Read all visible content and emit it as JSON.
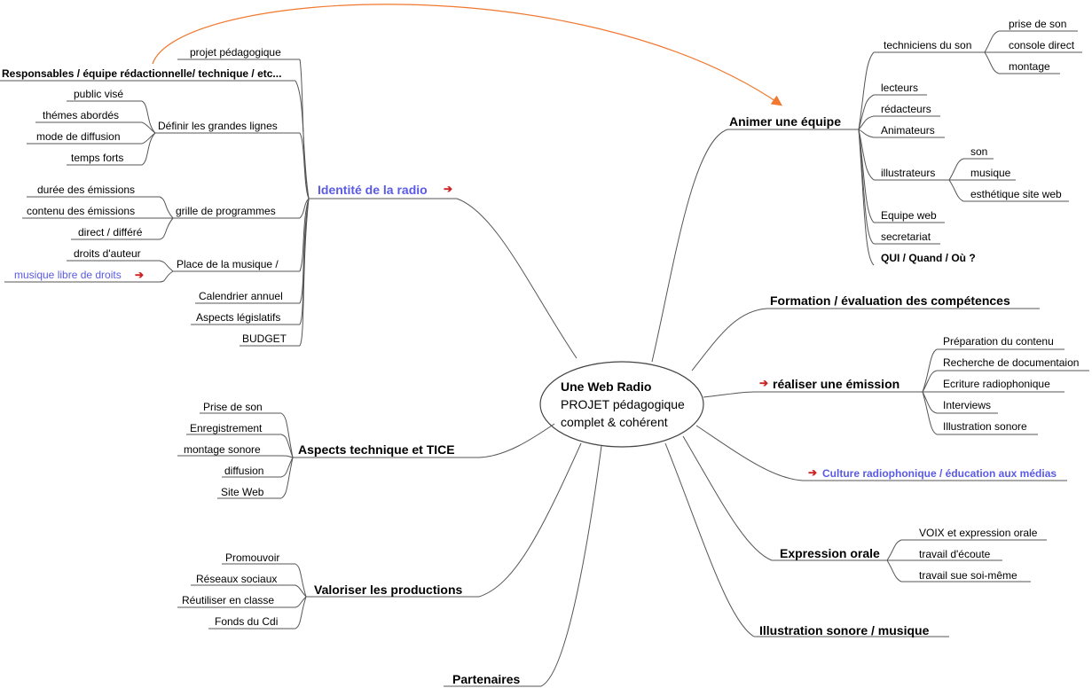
{
  "center": {
    "title": "Une Web Radio",
    "line2": "PROJET pédagogique",
    "line3": "complet  & cohérent"
  },
  "branches": {
    "identite": {
      "label": "Identité de la radio",
      "children": {
        "projet": "projet pédagogique",
        "responsables": "Responsables / équipe rédactionnelle/ technique / etc...",
        "definir": "Définir les grandes lignes",
        "definir_items": [
          "public visé",
          "thémes abordés",
          "mode de diffusion",
          "temps forts"
        ],
        "grille": "grille de programmes",
        "grille_items": [
          "durée des émissions",
          "contenu des émissions",
          "direct / différé"
        ],
        "musique": "Place de la musique /",
        "musique_items": [
          "droits d'auteur",
          "musique libre de droits"
        ],
        "calendrier": "Calendrier annuel",
        "aspects_leg": "Aspects législatifs",
        "budget": "BUDGET"
      }
    },
    "animer": {
      "label": "Animer une équipe",
      "children": {
        "techniciens": "techniciens du son",
        "techniciens_items": [
          "prise de son",
          "console direct",
          "montage"
        ],
        "lecteurs": "lecteurs",
        "redacteurs": "rédacteurs",
        "animateurs": "Animateurs",
        "illustrateurs": "illustrateurs",
        "illustrateurs_items": [
          "son",
          "musique",
          "esthétique site web"
        ],
        "equipe_web": "Equipe web",
        "secretariat": "secretariat",
        "qui": "QUI /  Quand  / Où ?"
      }
    },
    "formation": {
      "label": "Formation / évaluation des compétences"
    },
    "realiser": {
      "label": "réaliser une émission",
      "children": [
        "Préparation du contenu",
        "Recherche de documentaion",
        "Ecriture radiophonique",
        "Interviews",
        "Illustration sonore"
      ]
    },
    "culture": {
      "label": "Culture radiophonique / éducation aux médias"
    },
    "expression": {
      "label": "Expression orale",
      "children": [
        "VOIX et expression orale",
        "travail d'écoute",
        "travail sue soi-même"
      ]
    },
    "illustration": {
      "label": "Illustration sonore / musique"
    },
    "partenaires": {
      "label": "Partenaires"
    },
    "valoriser": {
      "label": "Valoriser les productions",
      "children": [
        "Promouvoir",
        "Réseaux sociaux",
        "Réutiliser en classe",
        "Fonds du Cdi"
      ]
    },
    "aspects_tech": {
      "label": "Aspects technique et TICE",
      "children": [
        "Prise de son",
        "Enregistrement",
        "montage sonore",
        "diffusion",
        "Site Web"
      ]
    }
  },
  "link_marker": "➔",
  "colors": {
    "link_label": "#5a5ae6",
    "link_arrow": "#cc2222",
    "relation_arrow": "#f07830",
    "branch_line": "#555555"
  }
}
